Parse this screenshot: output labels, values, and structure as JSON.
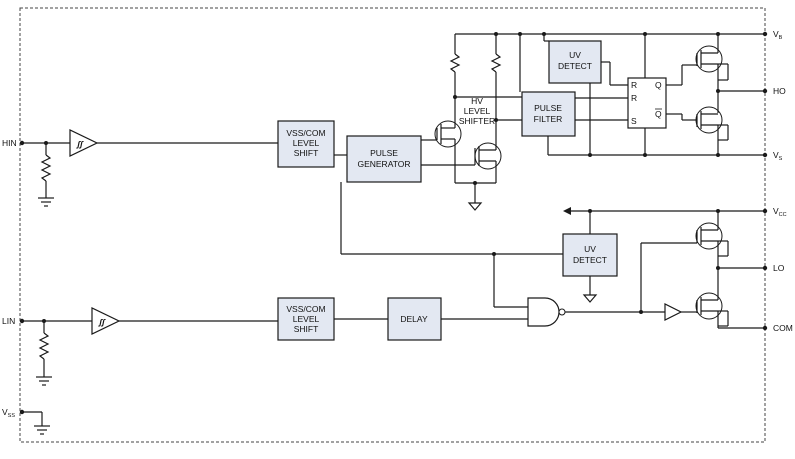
{
  "pins": {
    "hin": "HIN",
    "lin": "LIN",
    "vss": {
      "main": "V",
      "sub": "SS"
    },
    "vb": {
      "main": "V",
      "sub": "B"
    },
    "ho": "HO",
    "vs": {
      "main": "V",
      "sub": "S"
    },
    "vcc": {
      "main": "V",
      "sub": "CC"
    },
    "lo": "LO",
    "com": "COM"
  },
  "blocks": {
    "level_shift_hi": [
      "VSS/COM",
      "LEVEL",
      "SHIFT"
    ],
    "level_shift_lo": [
      "VSS/COM",
      "LEVEL",
      "SHIFT"
    ],
    "pulse_generator": [
      "PULSE",
      "GENERATOR"
    ],
    "hv_level_shifter": [
      "HV",
      "LEVEL",
      "SHIFTER"
    ],
    "pulse_filter": [
      "PULSE",
      "FILTER"
    ],
    "uv_detect_hi": [
      "UV",
      "DETECT"
    ],
    "uv_detect_lo": [
      "UV",
      "DETECT"
    ],
    "delay": "DELAY"
  },
  "flipflop": {
    "r1": "R",
    "r2": "R",
    "s": "S",
    "q": "Q",
    "qbar": "Q"
  },
  "schmitt_symbol": "ʃʃ",
  "colors": {
    "block_fill": "#e3e8f2",
    "line": "#1a1a1a"
  }
}
